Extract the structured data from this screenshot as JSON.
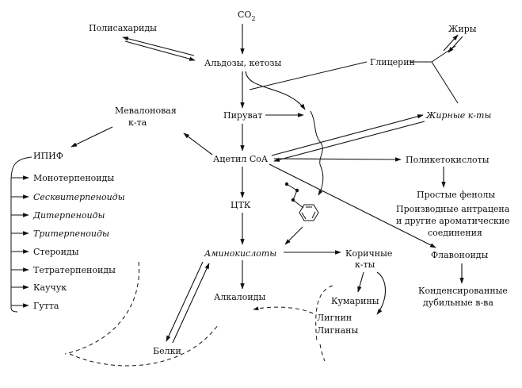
{
  "nodes": {
    "co2": "CO",
    "co2_sub": "2",
    "polysaccharides": "Полисахариды",
    "aldoses": "Альдозы, кетозы",
    "glycerin": "Глицерин",
    "fats": "Жиры",
    "mevalonic_1": "Мевалоновая",
    "mevalonic_2": "к-та",
    "pyruvate": "Пируват",
    "fatty_acids": "Жирные к-ты",
    "ipp": "ИПИФ",
    "acetyl_coa": "Ацетил СоА",
    "polyketoacids": "Поликетокислоты",
    "tca": "ЦТК",
    "simple_phenols": "Простые фенолы",
    "anthracene_1": "Производные антрацена",
    "anthracene_2": "и другие ароматические",
    "anthracene_3": "соединения",
    "amino_acids": "Аминокислоты",
    "cinnamic_1": "Коричные",
    "cinnamic_2": "к-ты",
    "flavonoids": "Флавоноиды",
    "coumarins": "Кумарины",
    "alkaloids": "Алкалоиды",
    "lignin": "Лигнин",
    "lignans": "Лигнаны",
    "condensed_1": "Конденсированные",
    "condensed_2": "дубильные в-ва",
    "proteins": "Белки"
  },
  "terpenoids": [
    "Монотерпеноиды",
    "Сесквитерпеноиды",
    "Дитерпеноиды",
    "Тритерпеноиды",
    "Стероиды",
    "Тетратерпеноиды",
    "Каучук",
    "Гутта"
  ]
}
